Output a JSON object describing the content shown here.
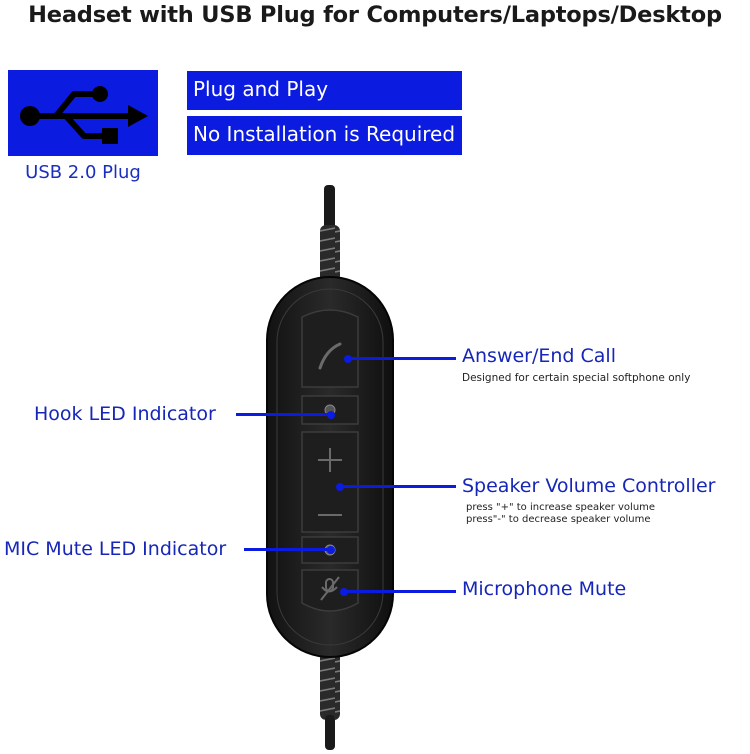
{
  "header": {
    "title": "Headset with USB Plug for Computers/Laptops/Desktop"
  },
  "usb": {
    "icon": "usb-icon",
    "label": "USB 2.0 Plug"
  },
  "features": [
    {
      "label": "Plug and Play"
    },
    {
      "label": "No Installation is Required"
    }
  ],
  "callouts": {
    "answer_end": {
      "title": "Answer/End Call",
      "note": "Designed for certain special softphone only"
    },
    "hook_led": {
      "title": "Hook LED Indicator"
    },
    "speaker_volume": {
      "title": "Speaker Volume Controller",
      "note_1": "press \"+\" to increase speaker volume",
      "note_2": "press\"-\" to decrease speaker volume"
    },
    "mic_mute_led": {
      "title": "MIC Mute LED Indicator"
    },
    "mic_mute": {
      "title": "Microphone Mute"
    }
  },
  "controller": {
    "buttons": {
      "call": "phone-icon",
      "plus": "+",
      "minus": "—",
      "mute": "mic-mute-icon"
    }
  },
  "colors": {
    "accent": "#0b1be0",
    "callout_text": "#1626b8",
    "device": "#1b1b1b"
  }
}
